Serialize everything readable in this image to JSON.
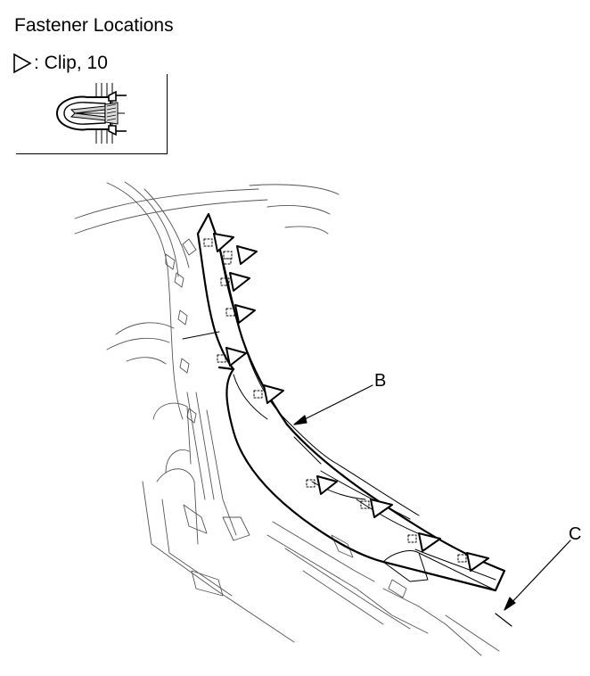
{
  "diagram": {
    "title": "Fastener Locations",
    "legend": {
      "symbol_icon": "triangle-outline-icon",
      "text": ": Clip, 10"
    },
    "callouts": [
      "B",
      "C"
    ],
    "colors": {
      "line": "#000000",
      "background": "#ffffff",
      "clip_detail_fill": "#cccccc"
    }
  }
}
